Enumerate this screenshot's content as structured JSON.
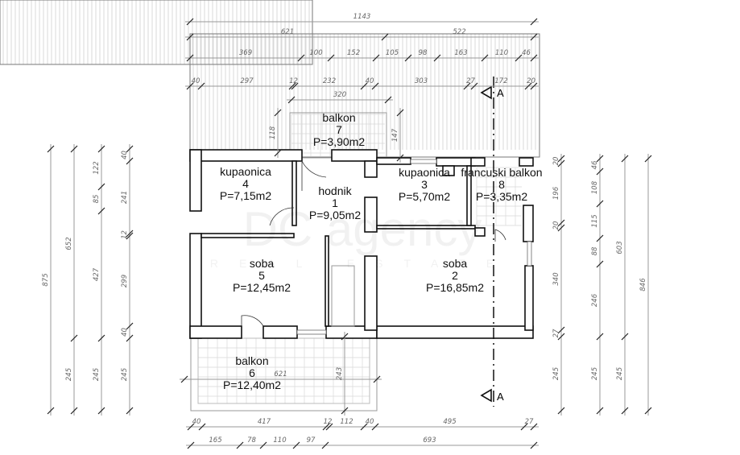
{
  "rooms": [
    {
      "name": "balkon",
      "number": "7",
      "area": "P=3,90m2"
    },
    {
      "name": "kupaonica",
      "number": "4",
      "area": "P=7,15m2"
    },
    {
      "name": "hodnik",
      "number": "1",
      "area": "P=9,05m2"
    },
    {
      "name": "kupaonica",
      "number": "3",
      "area": "P=5,70m2"
    },
    {
      "name": "francuski balkon",
      "number": "8",
      "area": "P=3,35m2"
    },
    {
      "name": "soba",
      "number": "5",
      "area": "P=12,45m2"
    },
    {
      "name": "soba",
      "number": "2",
      "area": "P=16,85m2"
    },
    {
      "name": "balkon",
      "number": "6",
      "area": "P=12,40m2"
    }
  ],
  "section_marker": {
    "top": "A",
    "bottom": "A"
  },
  "watermark": {
    "brand": "DC agency",
    "tagline": "REAL ESTATE"
  },
  "dimensions": {
    "h": [
      [
        "1143"
      ],
      [
        "621",
        "522"
      ],
      [
        "369",
        "100",
        "152",
        "105",
        "98",
        "163",
        "110",
        "46"
      ],
      [
        "40",
        "297",
        "12",
        "232",
        "40",
        "303",
        "27",
        "172",
        "20"
      ],
      [
        "320"
      ],
      [
        "40",
        "417",
        "12",
        "112",
        "40",
        "495",
        "27"
      ],
      [
        "165",
        "78",
        "110",
        "97",
        "693"
      ],
      [
        "621"
      ]
    ],
    "v": [
      [
        "875"
      ],
      [
        "652",
        "245"
      ],
      [
        "122",
        "85",
        "427",
        "245"
      ],
      [
        "40",
        "241",
        "12",
        "299",
        "40",
        "245"
      ],
      [
        "20",
        "196",
        "20",
        "340",
        "27",
        "245"
      ],
      [
        "46",
        "108",
        "115",
        "88",
        "246",
        "245"
      ],
      [
        "603",
        "245"
      ],
      [
        "846"
      ],
      [
        "118"
      ],
      [
        "147"
      ],
      [
        "243"
      ]
    ]
  }
}
